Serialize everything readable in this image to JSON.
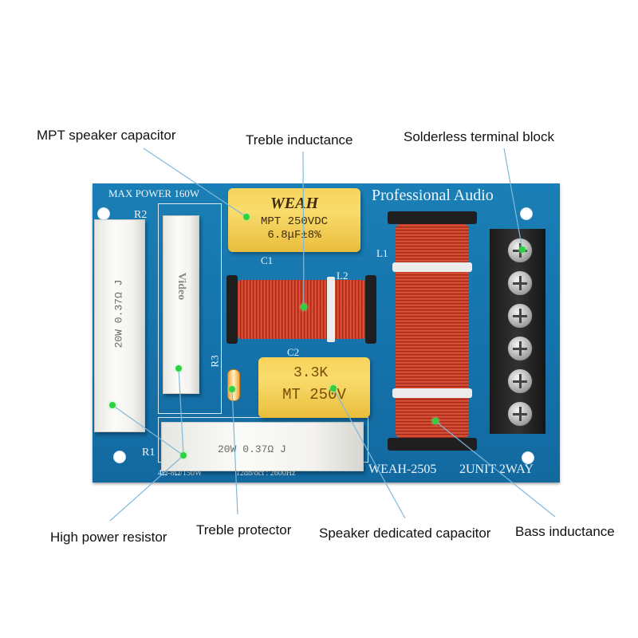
{
  "callouts": {
    "mpt_capacitor": "MPT speaker capacitor",
    "treble_inductance": "Treble inductance",
    "terminal_block": "Solderless terminal block",
    "high_power_resistor": "High power resistor",
    "treble_protector": "Treble protector",
    "speaker_capacitor": "Speaker dedicated capacitor",
    "bass_inductance": "Bass inductance"
  },
  "board": {
    "max_power": "MAX POWER 160W",
    "professional_audio": "Professional Audio",
    "model": "WEAH-2505",
    "unit_way": "2UNIT 2WAY",
    "spec_left": "4Ω-8Ω/150W",
    "spec_right": "12db/oct : 2600Hz",
    "r1": "R1",
    "r2": "R2",
    "r3": "R3",
    "c1": "C1",
    "c2": "C2",
    "l1": "L1",
    "l2": "L2"
  },
  "components": {
    "cap1_brand": "WEAH",
    "cap1_line1": "MPT 250VDC",
    "cap1_line2": "6.8μF±8%",
    "cap2_line1": "3.3K",
    "cap2_line2": "MT 250V",
    "resistor_vertical_text": "20W 0.37Ω J",
    "resistor_horizontal_text": "20W 0.37Ω J",
    "resistor_brand": "Video"
  },
  "colors": {
    "pcb": "#1573ab",
    "callout_line": "#7fb9db",
    "marker": "#2ed144",
    "copper": "#b8291c"
  }
}
